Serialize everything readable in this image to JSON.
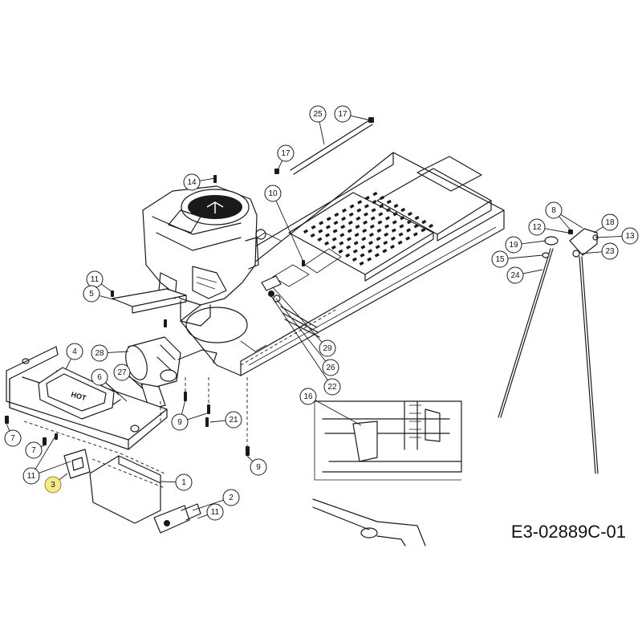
{
  "drawing_code": "E3-02889C-01",
  "plate_text": "HOT",
  "colors": {
    "line": "#1a1a1a",
    "highlight": "#f6e98a",
    "background": "#ffffff"
  },
  "callouts": [
    {
      "id": "c25",
      "label": "25",
      "highlight": false
    },
    {
      "id": "c17a",
      "label": "17",
      "highlight": false
    },
    {
      "id": "c17b",
      "label": "17",
      "highlight": false
    },
    {
      "id": "c14",
      "label": "14",
      "highlight": false
    },
    {
      "id": "c10",
      "label": "10",
      "highlight": false
    },
    {
      "id": "c11a",
      "label": "11",
      "highlight": false
    },
    {
      "id": "c5",
      "label": "5",
      "highlight": false
    },
    {
      "id": "c4",
      "label": "4",
      "highlight": false
    },
    {
      "id": "c28",
      "label": "28",
      "highlight": false
    },
    {
      "id": "c6",
      "label": "6",
      "highlight": false
    },
    {
      "id": "c27",
      "label": "27",
      "highlight": false
    },
    {
      "id": "c29",
      "label": "29",
      "highlight": false
    },
    {
      "id": "c26",
      "label": "26",
      "highlight": false
    },
    {
      "id": "c22",
      "label": "22",
      "highlight": false
    },
    {
      "id": "c9a",
      "label": "9",
      "highlight": false
    },
    {
      "id": "c21",
      "label": "21",
      "highlight": false
    },
    {
      "id": "c9b",
      "label": "9",
      "highlight": false
    },
    {
      "id": "c7a",
      "label": "7",
      "highlight": false
    },
    {
      "id": "c7b",
      "label": "7",
      "highlight": false
    },
    {
      "id": "c11b",
      "label": "11",
      "highlight": false
    },
    {
      "id": "c3",
      "label": "3",
      "highlight": true
    },
    {
      "id": "c1",
      "label": "1",
      "highlight": false
    },
    {
      "id": "c2",
      "label": "2",
      "highlight": false
    },
    {
      "id": "c11c",
      "label": "11",
      "highlight": false
    },
    {
      "id": "c16",
      "label": "16",
      "highlight": false
    },
    {
      "id": "c8",
      "label": "8",
      "highlight": false
    },
    {
      "id": "c12",
      "label": "12",
      "highlight": false
    },
    {
      "id": "c18",
      "label": "18",
      "highlight": false
    },
    {
      "id": "c13",
      "label": "13",
      "highlight": false
    },
    {
      "id": "c19",
      "label": "19",
      "highlight": false
    },
    {
      "id": "c15",
      "label": "15",
      "highlight": false
    },
    {
      "id": "c23",
      "label": "23",
      "highlight": false
    },
    {
      "id": "c24",
      "label": "24",
      "highlight": false
    }
  ]
}
